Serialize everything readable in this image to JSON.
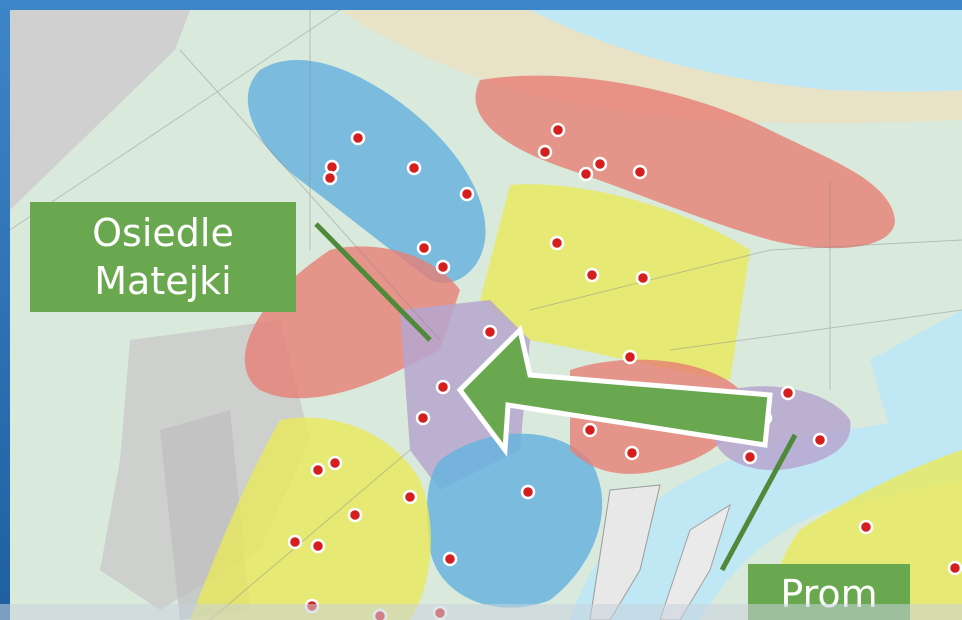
{
  "labels": {
    "osiedle_matejki_line1": "Osiedle",
    "osiedle_matejki_line2": "Matejki",
    "prom": "Prom"
  },
  "colors": {
    "label_background": "#6aa84f",
    "label_text": "#ffffff",
    "arrow_fill": "#6aa84f",
    "arrow_outline": "#ffffff",
    "leader_line": "#4e8a3a",
    "water": "#bfe8f4",
    "land": "#d9eadc",
    "zone_blue": "#6ab4de",
    "zone_red": "#e77e76",
    "zone_yellow": "#e8e95a",
    "zone_purple": "#b6a6cf",
    "stop_marker": "#d51e1e",
    "stop_marker_outline": "#ffffff"
  },
  "legend": {
    "zones": [
      "blue",
      "red",
      "yellow",
      "purple"
    ],
    "marker_icon": "bus-stop-dot-icon"
  }
}
